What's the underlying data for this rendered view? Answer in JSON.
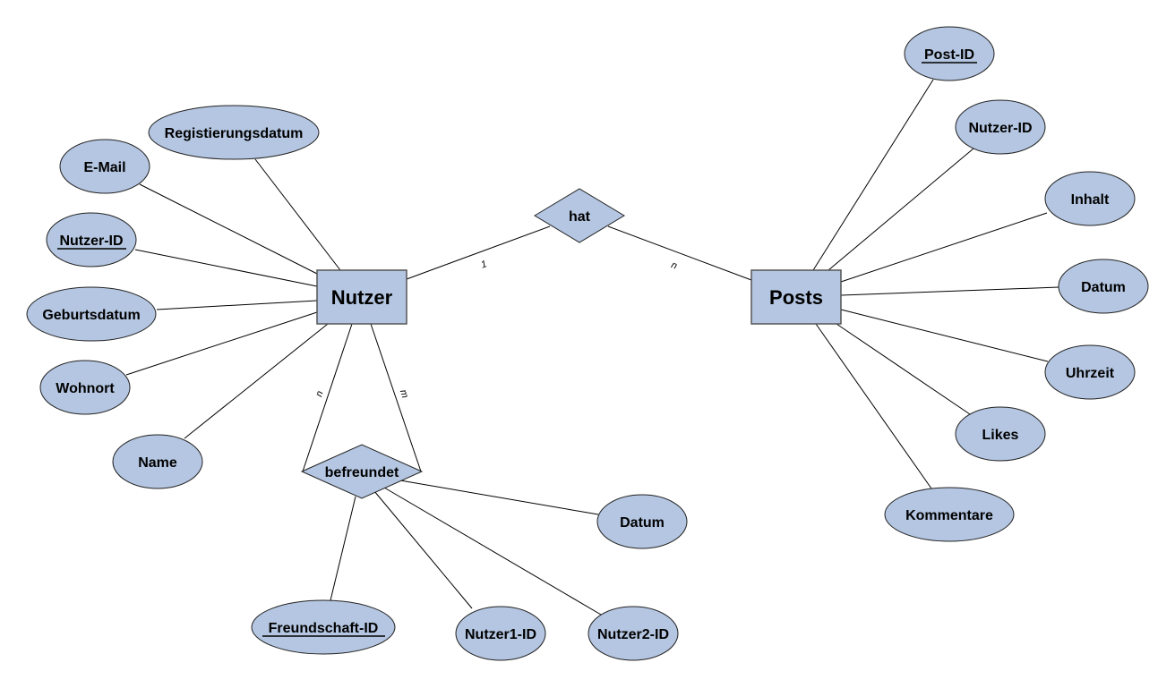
{
  "colors": {
    "fill": "#b4c6e1",
    "stroke": "#222222",
    "background": "#ffffff"
  },
  "entities": {
    "nutzer": {
      "label": "Nutzer"
    },
    "posts": {
      "label": "Posts"
    }
  },
  "relationships": {
    "hat": {
      "label": "hat",
      "card_nutzer": "1",
      "card_posts": "n"
    },
    "befreundet": {
      "label": "befreundet",
      "card_left": "n",
      "card_right": "m"
    }
  },
  "attributes": {
    "nutzer": [
      {
        "label": "Registierungsdatum",
        "key": false
      },
      {
        "label": "E-Mail",
        "key": false
      },
      {
        "label": "Nutzer-ID",
        "key": true
      },
      {
        "label": "Geburtsdatum",
        "key": false
      },
      {
        "label": "Wohnort",
        "key": false
      },
      {
        "label": "Name",
        "key": false
      }
    ],
    "posts": [
      {
        "label": "Post-ID",
        "key": true
      },
      {
        "label": "Nutzer-ID",
        "key": false
      },
      {
        "label": "Inhalt",
        "key": false
      },
      {
        "label": "Datum",
        "key": false
      },
      {
        "label": "Uhrzeit",
        "key": false
      },
      {
        "label": "Likes",
        "key": false
      },
      {
        "label": "Kommentare",
        "key": false
      }
    ],
    "befreundet": [
      {
        "label": "Datum",
        "key": false
      },
      {
        "label": "Freundschaft-ID",
        "key": true
      },
      {
        "label": "Nutzer1-ID",
        "key": false
      },
      {
        "label": "Nutzer2-ID",
        "key": false
      }
    ]
  }
}
